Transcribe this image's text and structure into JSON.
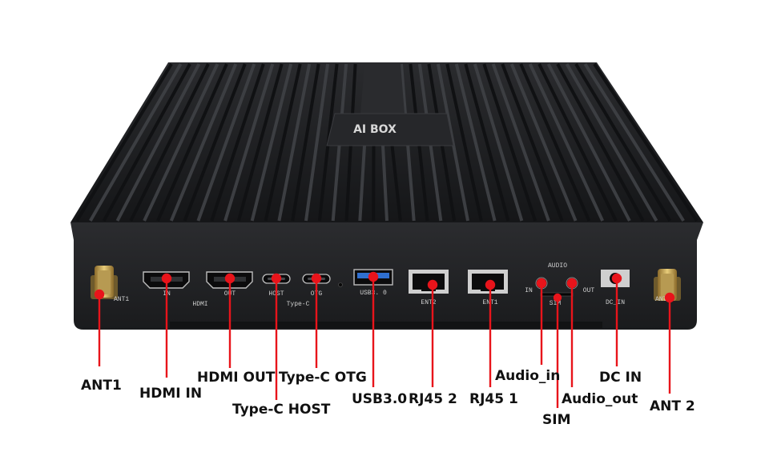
{
  "product": {
    "brand_label": "AI BOX",
    "body_color": "#1e1f21",
    "accent_color": "#e8141b"
  },
  "panel_labels": {
    "ant1": "ANT1",
    "hdmi_in": "IN",
    "hdmi_out": "OUT",
    "hdmi_group": "HDMI",
    "typec_host": "HOST",
    "typec_otg": "OTG",
    "typec_group": "Type-C",
    "usb3": "USB3. 0",
    "ent2": "ENT2",
    "ent1": "ENT1",
    "audio_group": "AUDIO",
    "audio_in": "IN",
    "audio_out": "OUT",
    "sim": "SIM",
    "dc_in": "DC_IN",
    "ant2": "ANT2"
  },
  "callouts": {
    "ant1": "ANT1",
    "hdmi_in": "HDMI IN",
    "hdmi_out": "HDMI OUT",
    "typec_host": "Type-C HOST",
    "typec_otg": "Type-C OTG",
    "usb3": "USB3.0",
    "rj45_2": "RJ45 2",
    "rj45_1": "RJ45 1",
    "audio_in": "Audio_in",
    "sim": "SIM",
    "audio_out": "Audio_out",
    "dc_in": "DC IN",
    "ant2": "ANT 2"
  }
}
